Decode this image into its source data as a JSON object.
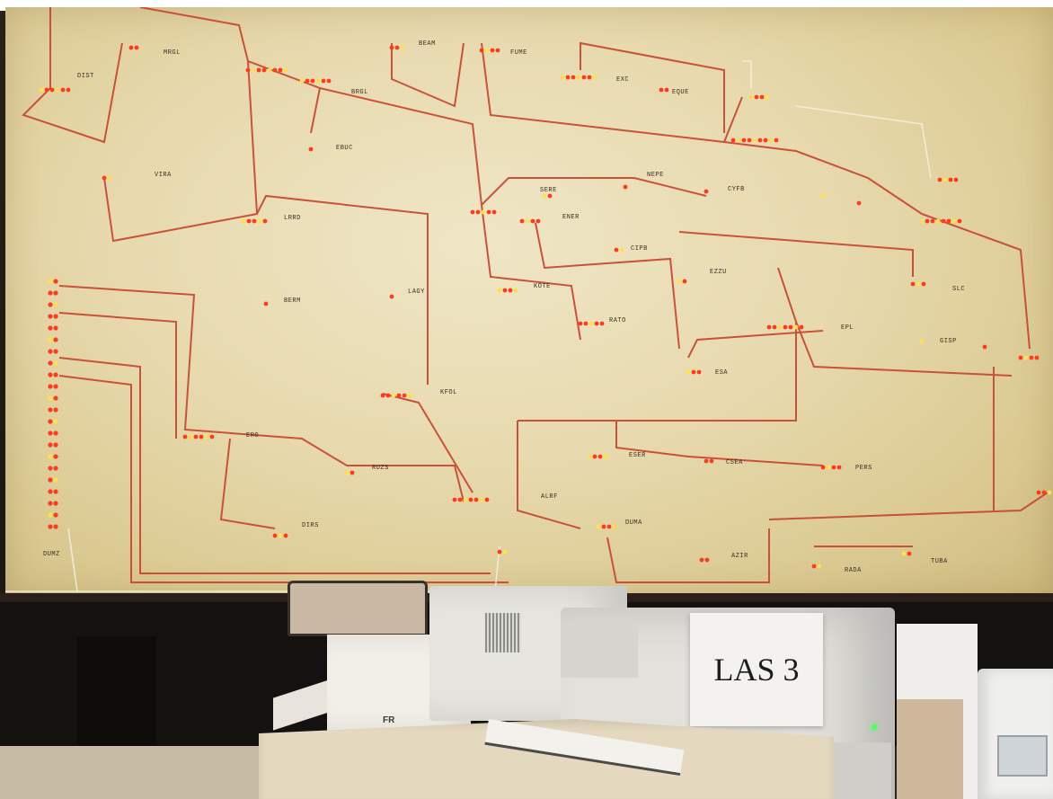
{
  "scene": {
    "sign_text": "LAS 3",
    "box_text": "FR"
  },
  "board": {
    "labels": [
      {
        "id": "dist",
        "text": "DIST"
      },
      {
        "id": "mrgl",
        "text": "MRGL"
      },
      {
        "id": "brgl",
        "text": "BRGL"
      },
      {
        "id": "beam",
        "text": "BEAM"
      },
      {
        "id": "fume",
        "text": "FUME"
      },
      {
        "id": "exc",
        "text": "EXC"
      },
      {
        "id": "eque",
        "text": "EQUE"
      },
      {
        "id": "ebuc",
        "text": "EBUC"
      },
      {
        "id": "vira",
        "text": "VIRA"
      },
      {
        "id": "lrrd",
        "text": "LRRD"
      },
      {
        "id": "ener",
        "text": "ENER"
      },
      {
        "id": "sere",
        "text": "SERE"
      },
      {
        "id": "berm",
        "text": "BERM"
      },
      {
        "id": "lagy",
        "text": "LAGY"
      },
      {
        "id": "kote",
        "text": "KOTE"
      },
      {
        "id": "rato",
        "text": "RATO"
      },
      {
        "id": "kfol",
        "text": "KFOL"
      },
      {
        "id": "ero",
        "text": "ERO"
      },
      {
        "id": "ruzs",
        "text": "RUZS"
      },
      {
        "id": "alrf",
        "text": "ALRF"
      },
      {
        "id": "dirs",
        "text": "DIRS"
      },
      {
        "id": "duma",
        "text": "DUMA"
      },
      {
        "id": "dumz",
        "text": "DUMZ"
      },
      {
        "id": "csea",
        "text": "CSEA"
      },
      {
        "id": "eser",
        "text": "ESER"
      },
      {
        "id": "pers",
        "text": "PERS"
      },
      {
        "id": "azir",
        "text": "AZIR"
      },
      {
        "id": "esa",
        "text": "ESA"
      },
      {
        "id": "epl",
        "text": "EPL"
      },
      {
        "id": "ezzu",
        "text": "EZZU"
      },
      {
        "id": "cipb",
        "text": "CIPB"
      },
      {
        "id": "gisp",
        "text": "GISP"
      },
      {
        "id": "nepe",
        "text": "NEPE"
      },
      {
        "id": "cyfb",
        "text": "CYFB"
      },
      {
        "id": "slc",
        "text": "SLC"
      },
      {
        "id": "rada",
        "text": "RADA"
      },
      {
        "id": "tuba",
        "text": "TUBA"
      }
    ]
  }
}
